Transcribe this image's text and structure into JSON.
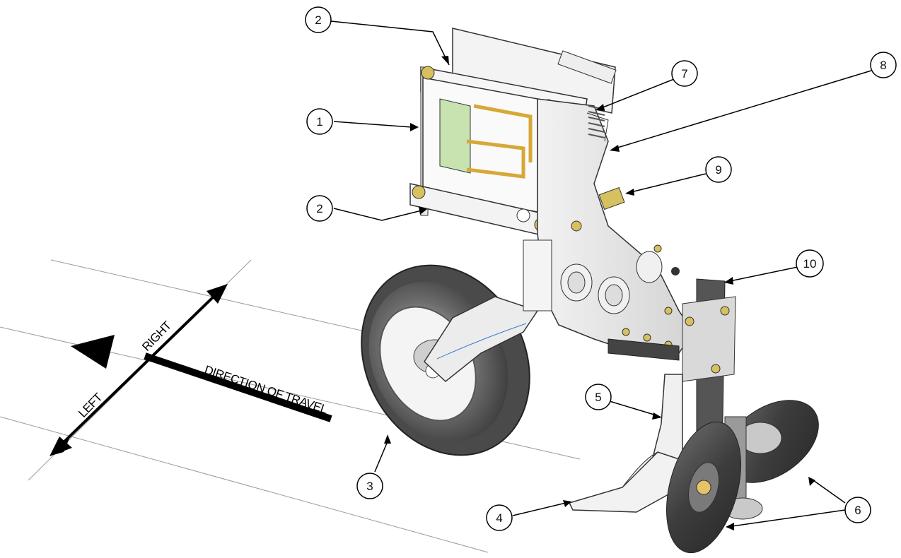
{
  "direction_labels": {
    "right": "RIGHT",
    "left": "LEFT",
    "direction_of_travel": "DIRECTION OF TRAVEL"
  },
  "callouts": [
    {
      "id": "1",
      "label": "1"
    },
    {
      "id": "2a",
      "label": "2"
    },
    {
      "id": "2b",
      "label": "2"
    },
    {
      "id": "3",
      "label": "3"
    },
    {
      "id": "4",
      "label": "4"
    },
    {
      "id": "5",
      "label": "5"
    },
    {
      "id": "6",
      "label": "6"
    },
    {
      "id": "7",
      "label": "7"
    },
    {
      "id": "8",
      "label": "8"
    },
    {
      "id": "9",
      "label": "9"
    },
    {
      "id": "10",
      "label": "10"
    }
  ]
}
